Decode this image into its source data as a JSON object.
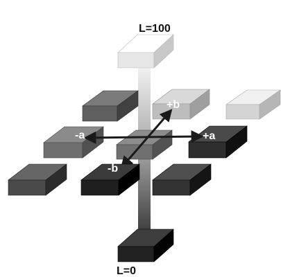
{
  "labels": {
    "l_top": "L=100",
    "l_bottom": "L=0",
    "plus_b": "+b",
    "minus_a": "-a",
    "plus_a": "+a",
    "minus_b": "-b"
  },
  "colors": {
    "l_top_block": "#e6e6e6",
    "l_bottom_block": "#222222",
    "center_block": "#707070",
    "mid_left_back": "#5f5f5f",
    "mid_plus_b": "#bdbdbd",
    "mid_far_right": "#d4d4d4",
    "mid_minus_a": "#6f6f6f",
    "mid_plus_a": "#2e2e2e",
    "low_far_left": "#4a4a4a",
    "low_minus_b": "#1f1f1f",
    "low_right": "#333333",
    "axis_arrow": "#1a1a1a",
    "label_light": "#ffffff",
    "label_dark": "#111111"
  }
}
